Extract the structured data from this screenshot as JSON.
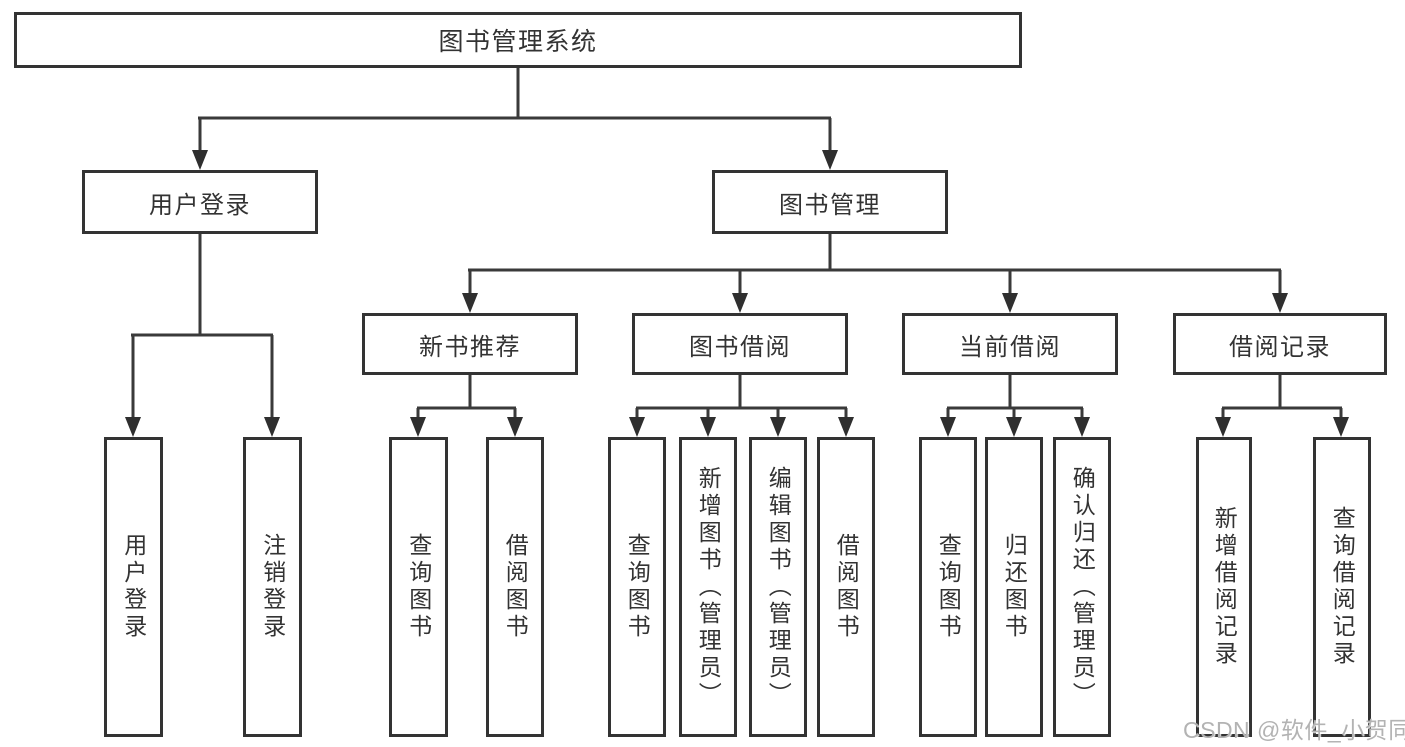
{
  "tree": {
    "label": "图书管理系统",
    "children": [
      {
        "label": "用户登录",
        "children": [
          {
            "label": "用户登录"
          },
          {
            "label": "注销登录"
          }
        ]
      },
      {
        "label": "图书管理",
        "children": [
          {
            "label": "新书推荐",
            "children": [
              {
                "label": "查询图书"
              },
              {
                "label": "借阅图书"
              }
            ]
          },
          {
            "label": "图书借阅",
            "children": [
              {
                "label": "查询图书"
              },
              {
                "label": "新增图书（管理员）"
              },
              {
                "label": "编辑图书（管理员）"
              },
              {
                "label": "借阅图书"
              }
            ]
          },
          {
            "label": "当前借阅",
            "children": [
              {
                "label": "查询图书"
              },
              {
                "label": "归还图书"
              },
              {
                "label": "确认归还（管理员）"
              }
            ]
          },
          {
            "label": "借阅记录",
            "children": [
              {
                "label": "新增借阅记录"
              },
              {
                "label": "查询借阅记录"
              }
            ]
          }
        ]
      }
    ]
  },
  "watermark": {
    "text": "CSDN @软件_小贺同学"
  },
  "colors": {
    "line": "#3a3a3a",
    "box_border": "#333333",
    "text": "#333333",
    "background": "#ffffff",
    "watermark": "#b3b3b3"
  }
}
